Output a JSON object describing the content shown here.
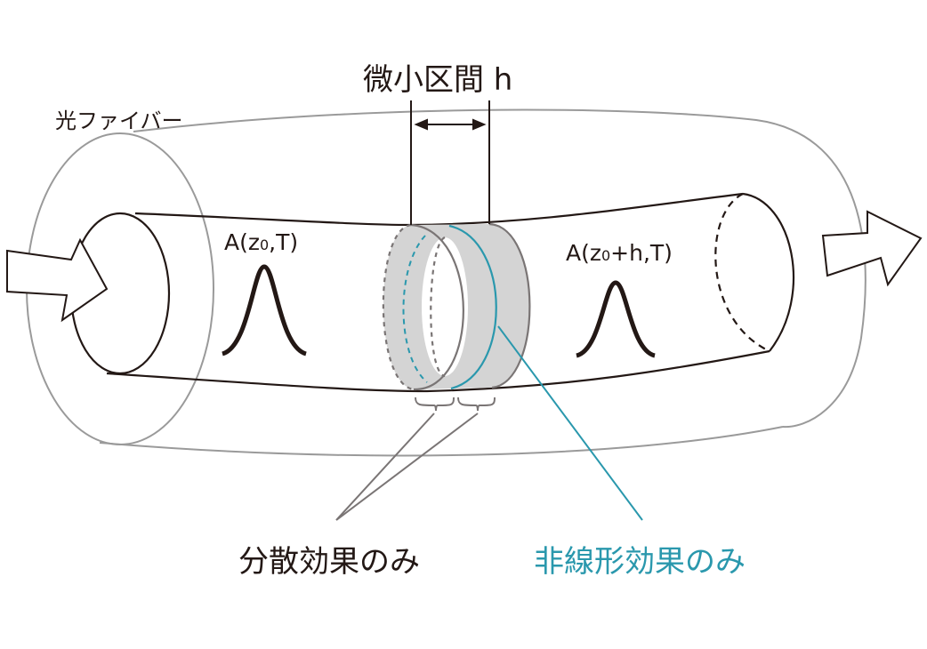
{
  "labels": {
    "segment": "微小区間 h",
    "fiber": "光ファイバー",
    "input_pulse": {
      "prefix": "A(z",
      "sub": "0",
      "suffix": ",T)"
    },
    "output_pulse": {
      "prefix": "A(z",
      "sub": "0",
      "suffix": "+h,T)"
    },
    "dispersion_only": "分散効果のみ",
    "nonlinear_only": "非線形効果のみ"
  },
  "colors": {
    "line": "#231815",
    "gray": "#9a9a9a",
    "teal": "#2a98ad",
    "ring_fill": "#d4d4d4"
  }
}
